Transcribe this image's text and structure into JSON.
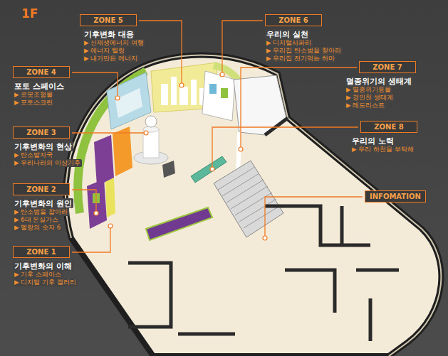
{
  "diagram": {
    "title": "1F",
    "nodes": [
      {
        "text": [
          "ZONE 5",
          "기후변화 대응",
          "▶ 신재생에너지 여행",
          "▶ 에너지 텔링",
          "▶ 내가만든 에너지"
        ]
      },
      {
        "text": [
          "ZONE 6",
          "우리의 실천",
          "▶ 디지털사파리",
          "▶ 우리집 탄소범을 찾아라",
          "▶ 우리집 전기먹는 하마"
        ]
      },
      {
        "text": [
          "ZONE 7",
          "멸종위기의 생태계",
          "▶ 멸종위기동물",
          "▶ 경인천 생태계",
          "▶ 레드리스트"
        ]
      },
      {
        "text": [
          "ZONE 4",
          "포토 스페이스",
          "▶ 로봇조형물",
          "▶ 포토스크린"
        ]
      },
      {
        "text": [
          "ZONE 8",
          "우리의 노력",
          "▶ 우리 하천을 부탁해"
        ]
      },
      {
        "text": [
          "ZONE 3",
          "기후변화의 현상",
          "▶ 탄소발자국",
          "▶ 우리나라의 이상기후"
        ]
      },
      {
        "text": [
          "INFOMATION"
        ]
      },
      {
        "text": [
          "ZONE 2",
          "기후변화의 원인",
          "▶ 탄소범을 잡아라",
          "▶ 6대 온실가스",
          "▶ 멜랑의 숫자 6"
        ]
      },
      {
        "text": [
          "ZONE 1",
          "기후변화의 이해",
          "▶ 기후 스페이스",
          "▶ 디지털 기후 갤러리"
        ]
      }
    ]
  }
}
